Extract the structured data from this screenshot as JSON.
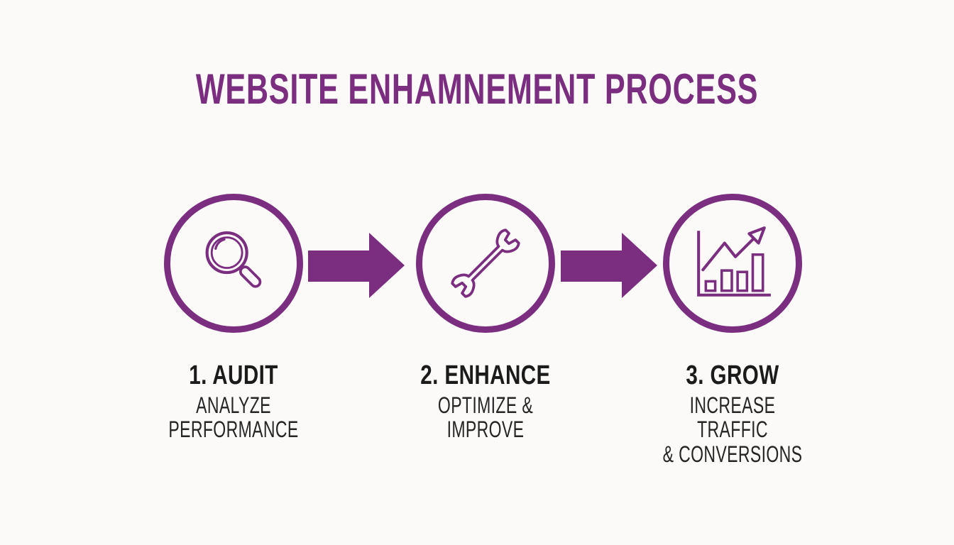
{
  "title": "WEBSITE ENHAMNEMENT PROCESS",
  "steps": [
    {
      "icon": "magnifier-icon",
      "heading": "1. AUDIT",
      "subtitle": "ANALYZE PERFORMANCE"
    },
    {
      "icon": "wrench-icon",
      "heading": "2. ENHANCE",
      "subtitle": "OPTIMIZE & IMPROVE"
    },
    {
      "icon": "growth-chart-icon",
      "heading": "3. GROW",
      "subtitle": "INCREASE TRAFFIC\n& CONVERSIONS"
    }
  ],
  "connectors": [
    {
      "icon": "arrow-right-icon"
    },
    {
      "icon": "arrow-right-icon"
    }
  ],
  "colors": {
    "accent_purple": "#7b2e80",
    "heading_text": "#1b1b1b",
    "subtitle_text": "#252525",
    "background": "#fbfaf9"
  }
}
